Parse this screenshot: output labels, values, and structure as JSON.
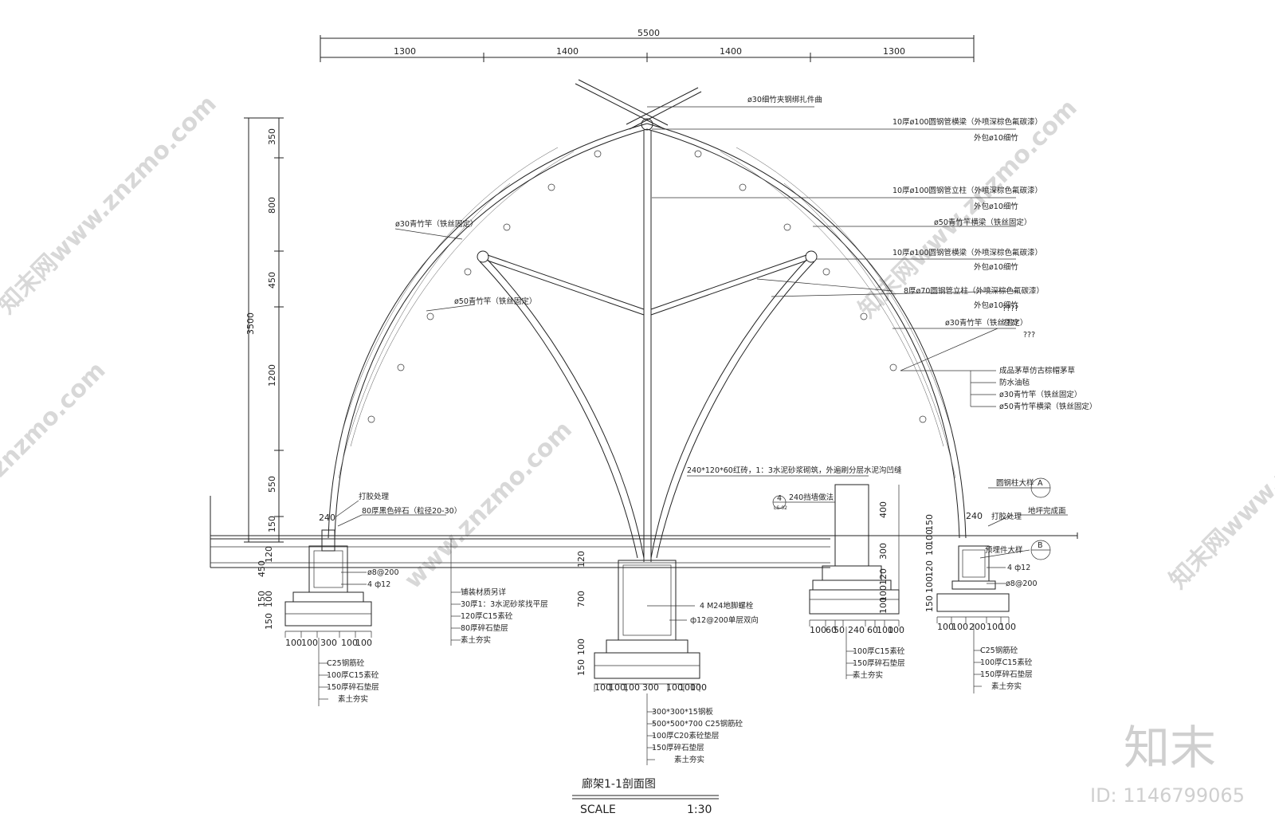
{
  "top_dims": {
    "total": "5500",
    "segments": [
      "1300",
      "1400",
      "1400",
      "1300"
    ]
  },
  "left_dims": {
    "total": "3500",
    "segments": [
      "350",
      "800",
      "450",
      "1200",
      "550",
      "150"
    ]
  },
  "footing_dims": {
    "left_vertical": [
      "120",
      "450",
      "150",
      "100"
    ],
    "left_vertical_extra": [
      "150"
    ],
    "left_horizontal": [
      "100",
      "100",
      "300",
      "100",
      "100"
    ],
    "center_vertical": [
      "120",
      "700",
      "150",
      "100"
    ],
    "center_horizontal": [
      "100",
      "100",
      "100",
      "300",
      "100",
      "100",
      "100"
    ],
    "wall_vertical": [
      "400",
      "300",
      "120",
      "100",
      "100"
    ],
    "wall_horizontal": [
      "100",
      "60",
      "50",
      "240",
      "60",
      "100",
      "100"
    ],
    "right_vertical": [
      "150",
      "100",
      "10",
      "120",
      "150",
      "100"
    ],
    "right_horizontal": [
      "100",
      "100",
      "200",
      "100",
      "100"
    ],
    "right_top": "240",
    "left_top": "240"
  },
  "annotations_right": [
    {
      "text": "ø30细竹夹钢绑扎件曲",
      "sub": ""
    },
    {
      "text": "10厚ø100圆钢管横梁（外喷深棕色氟碳漆）",
      "sub": "外包ø10细竹"
    },
    {
      "text": "10厚ø100圆钢管立柱（外喷深棕色氟碳漆）",
      "sub": "外包ø10细竹"
    },
    {
      "text": "ø50青竹竿横梁（铁丝固定）",
      "sub": ""
    },
    {
      "text": "10厚ø100圆钢管横梁（外喷深棕色氟碳漆）",
      "sub": "外包ø10细竹"
    },
    {
      "text": "8厚ø70圆钢管立柱（外喷深棕色氟碳漆）",
      "sub": "外包ø10细竹"
    },
    {
      "text": "ø30青竹竿（铁丝固定）",
      "sub": ""
    }
  ],
  "question_marks": [
    "????",
    "????",
    "???"
  ],
  "roof_layers": [
    "成品茅草仿古棕帽茅草",
    "防水油毡",
    "ø30青竹竿（铁丝固定）",
    "ø50青竹竿横梁（铁丝固定）"
  ],
  "left_labels": {
    "bamboo30": "ø30青竹竿（铁丝固定）",
    "bamboo50": "ø50青竹竿（铁丝固定）",
    "finish": "打胶处理",
    "paving": "80厚黑色碎石（粒径20-30）",
    "rebar1": "ø8@200",
    "rebar2": "4 ф12"
  },
  "pavement_layers": [
    "铺装材质另详",
    "30厚1：3水泥砂浆找平层",
    "120厚C15素砼",
    "80厚碎石垫层",
    "素土夯实"
  ],
  "left_footing_layers": [
    "C25钢筋砼",
    "100厚C15素砼",
    "150厚碎石垫层",
    "素土夯实"
  ],
  "center_labels": {
    "bolt": "4 M24地脚螺栓",
    "rebar": "ф12@200单层双向"
  },
  "center_footing_layers": [
    "300*300*15钢板",
    "500*500*700 C25钢筋砼",
    "100厚C20素砼垫层",
    "150厚碎石垫层",
    "素土夯实"
  ],
  "wall_labels": {
    "brick": "240*120*60红砖，1：3水泥砂浆砌筑，外遍刷分层水泥沟凹缝",
    "ref_num": "4",
    "ref_sheet": "LS-02",
    "ref_text": "240挡墙做法"
  },
  "wall_footing_layers": [
    "100厚C15素砼",
    "150厚碎石垫层",
    "素土夯实"
  ],
  "right_labels": {
    "detail_a": "圆钢柱大样",
    "detail_a_tag": "A",
    "finish": "打胶处理",
    "ground": "地坪完成面",
    "detail_b": "预埋件大样",
    "detail_b_tag": "B",
    "rebar1": "4 ф12",
    "rebar2": "ø8@200"
  },
  "right_footing_layers": [
    "C25钢筋砼",
    "100厚C15素砼",
    "150厚碎石垫层",
    "素土夯实"
  ],
  "title_block": {
    "title": "廊架1-1剖面图",
    "scale_label": "SCALE",
    "scale_value": "1:30"
  },
  "watermarks": [
    "知末网www.znzmo.com",
    "www.znzmo.com",
    "znzmo.com"
  ],
  "brand": {
    "logo": "知末",
    "id_label": "ID: 1146799065"
  },
  "colors": {
    "line": "#222222",
    "watermark": "#d8d8d8",
    "background": "#ffffff"
  }
}
